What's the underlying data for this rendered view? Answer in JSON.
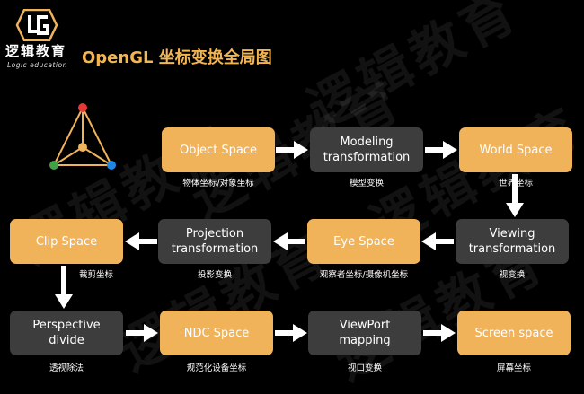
{
  "brand": {
    "name_cn": "逻辑教育",
    "name_en": "Logic education",
    "logo_letters": "LG"
  },
  "title": "OpenGL 坐标变换全局图",
  "watermark_text": "逻辑教育",
  "nodes": {
    "object_space": {
      "text": "Object Space",
      "caption": "物体坐标/对象坐标"
    },
    "modeling": {
      "text": "Modeling transformation",
      "caption": "模型变换"
    },
    "world_space": {
      "text": "World Space",
      "caption": "世界坐标"
    },
    "viewing": {
      "text": "Viewing transformation",
      "caption": "视变换"
    },
    "eye_space": {
      "text": "Eye Space",
      "caption": "观察者坐标/摄像机坐标"
    },
    "projection": {
      "text": "Projection transformation",
      "caption": "投影变换"
    },
    "clip_space": {
      "text": "Clip Space",
      "caption": "裁剪坐标"
    },
    "perspective": {
      "text": "Perspective divide",
      "caption": "透视除法"
    },
    "ndc_space": {
      "text": "NDC Space",
      "caption": "规范化设备坐标"
    },
    "viewport": {
      "text": "ViewPort mapping",
      "caption": "视口变换"
    },
    "screen_space": {
      "text": "Screen space",
      "caption": "屏幕坐标"
    }
  },
  "colors": {
    "accent": "#f1b35a",
    "dark_box": "#3d3d3d",
    "title": "#f3b552",
    "background": "#000000"
  }
}
